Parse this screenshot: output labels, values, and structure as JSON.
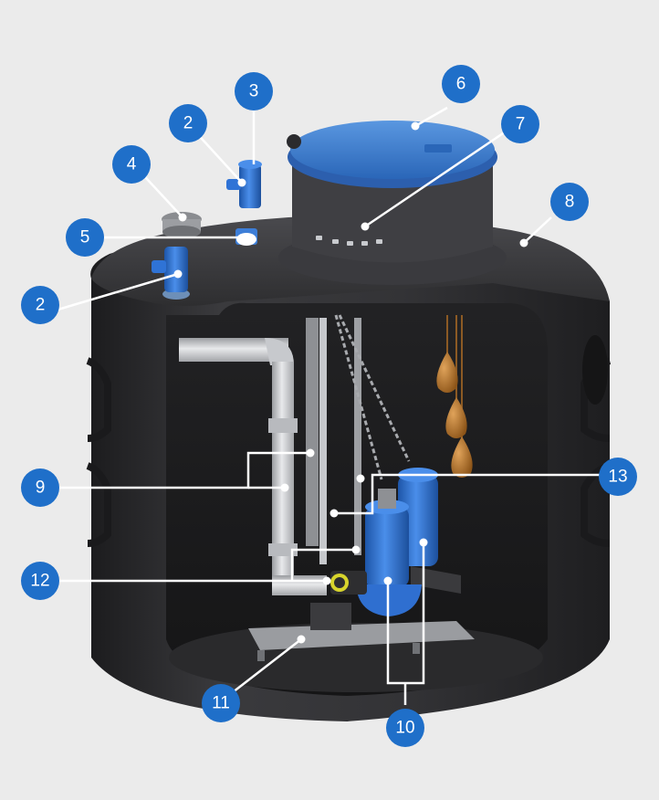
{
  "colors": {
    "background": "#ebebeb",
    "tank": "#2e2e30",
    "tank_dark": "#1c1c1e",
    "tank_light": "#4a4a4e",
    "lid": "#3f7fd0",
    "pump": "#2f73d6",
    "pipe": "#d4d6da",
    "float": "#c07a2c",
    "callout": "#1f6fc9",
    "leader": "#ffffff"
  },
  "callouts": [
    {
      "id": "c2a",
      "label": "2"
    },
    {
      "id": "c3",
      "label": "3"
    },
    {
      "id": "c4",
      "label": "4"
    },
    {
      "id": "c5",
      "label": "5"
    },
    {
      "id": "c6",
      "label": "6"
    },
    {
      "id": "c7",
      "label": "7"
    },
    {
      "id": "c8",
      "label": "8"
    },
    {
      "id": "c2b",
      "label": "2"
    },
    {
      "id": "c9",
      "label": "9"
    },
    {
      "id": "c13",
      "label": "13"
    },
    {
      "id": "c12",
      "label": "12"
    },
    {
      "id": "c11",
      "label": "11"
    },
    {
      "id": "c10",
      "label": "10"
    }
  ]
}
